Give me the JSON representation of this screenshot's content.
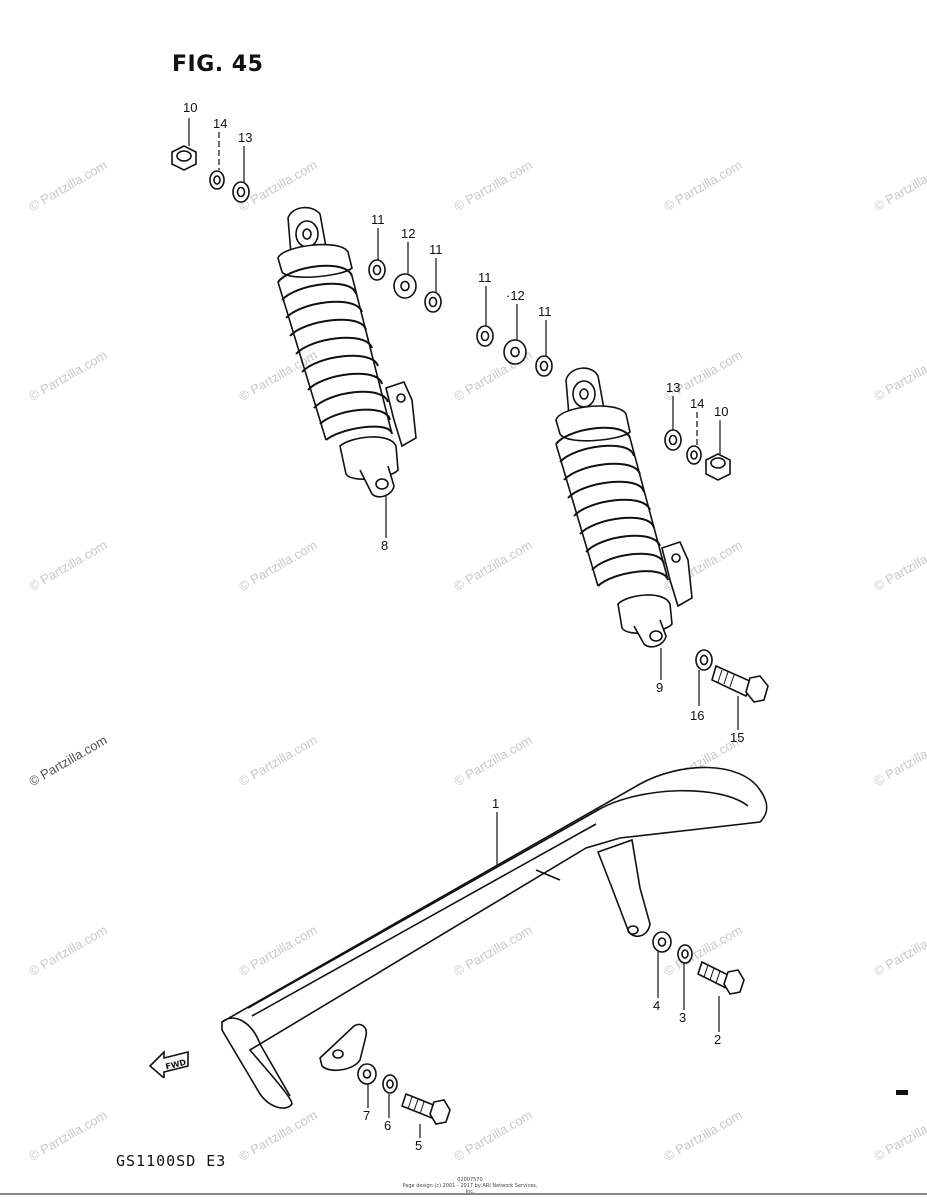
{
  "figure": {
    "title": "FIG. 45",
    "model": "GS1100SD E3"
  },
  "footer": {
    "line1": "02007570",
    "line2": "Page design (c) 2001 - 2017 by ARI Network Services, Inc."
  },
  "watermark": {
    "text": "© Partzilla.com"
  },
  "fwd_label": "FWD",
  "callouts": {
    "c10a": "10",
    "c14a": "14",
    "c13a": "13",
    "c11a": "11",
    "c12a": "12",
    "c11b": "11",
    "c11c": "11",
    "c12b": "·12",
    "c11d": "11",
    "c13b": "13",
    "c14b": "14",
    "c10b": "10",
    "c8": "8",
    "c9": "9",
    "c16": "16",
    "c15": "15",
    "c1": "1",
    "c4": "4",
    "c3": "3",
    "c2": "2",
    "c7": "7",
    "c6": "6",
    "c5": "5"
  }
}
